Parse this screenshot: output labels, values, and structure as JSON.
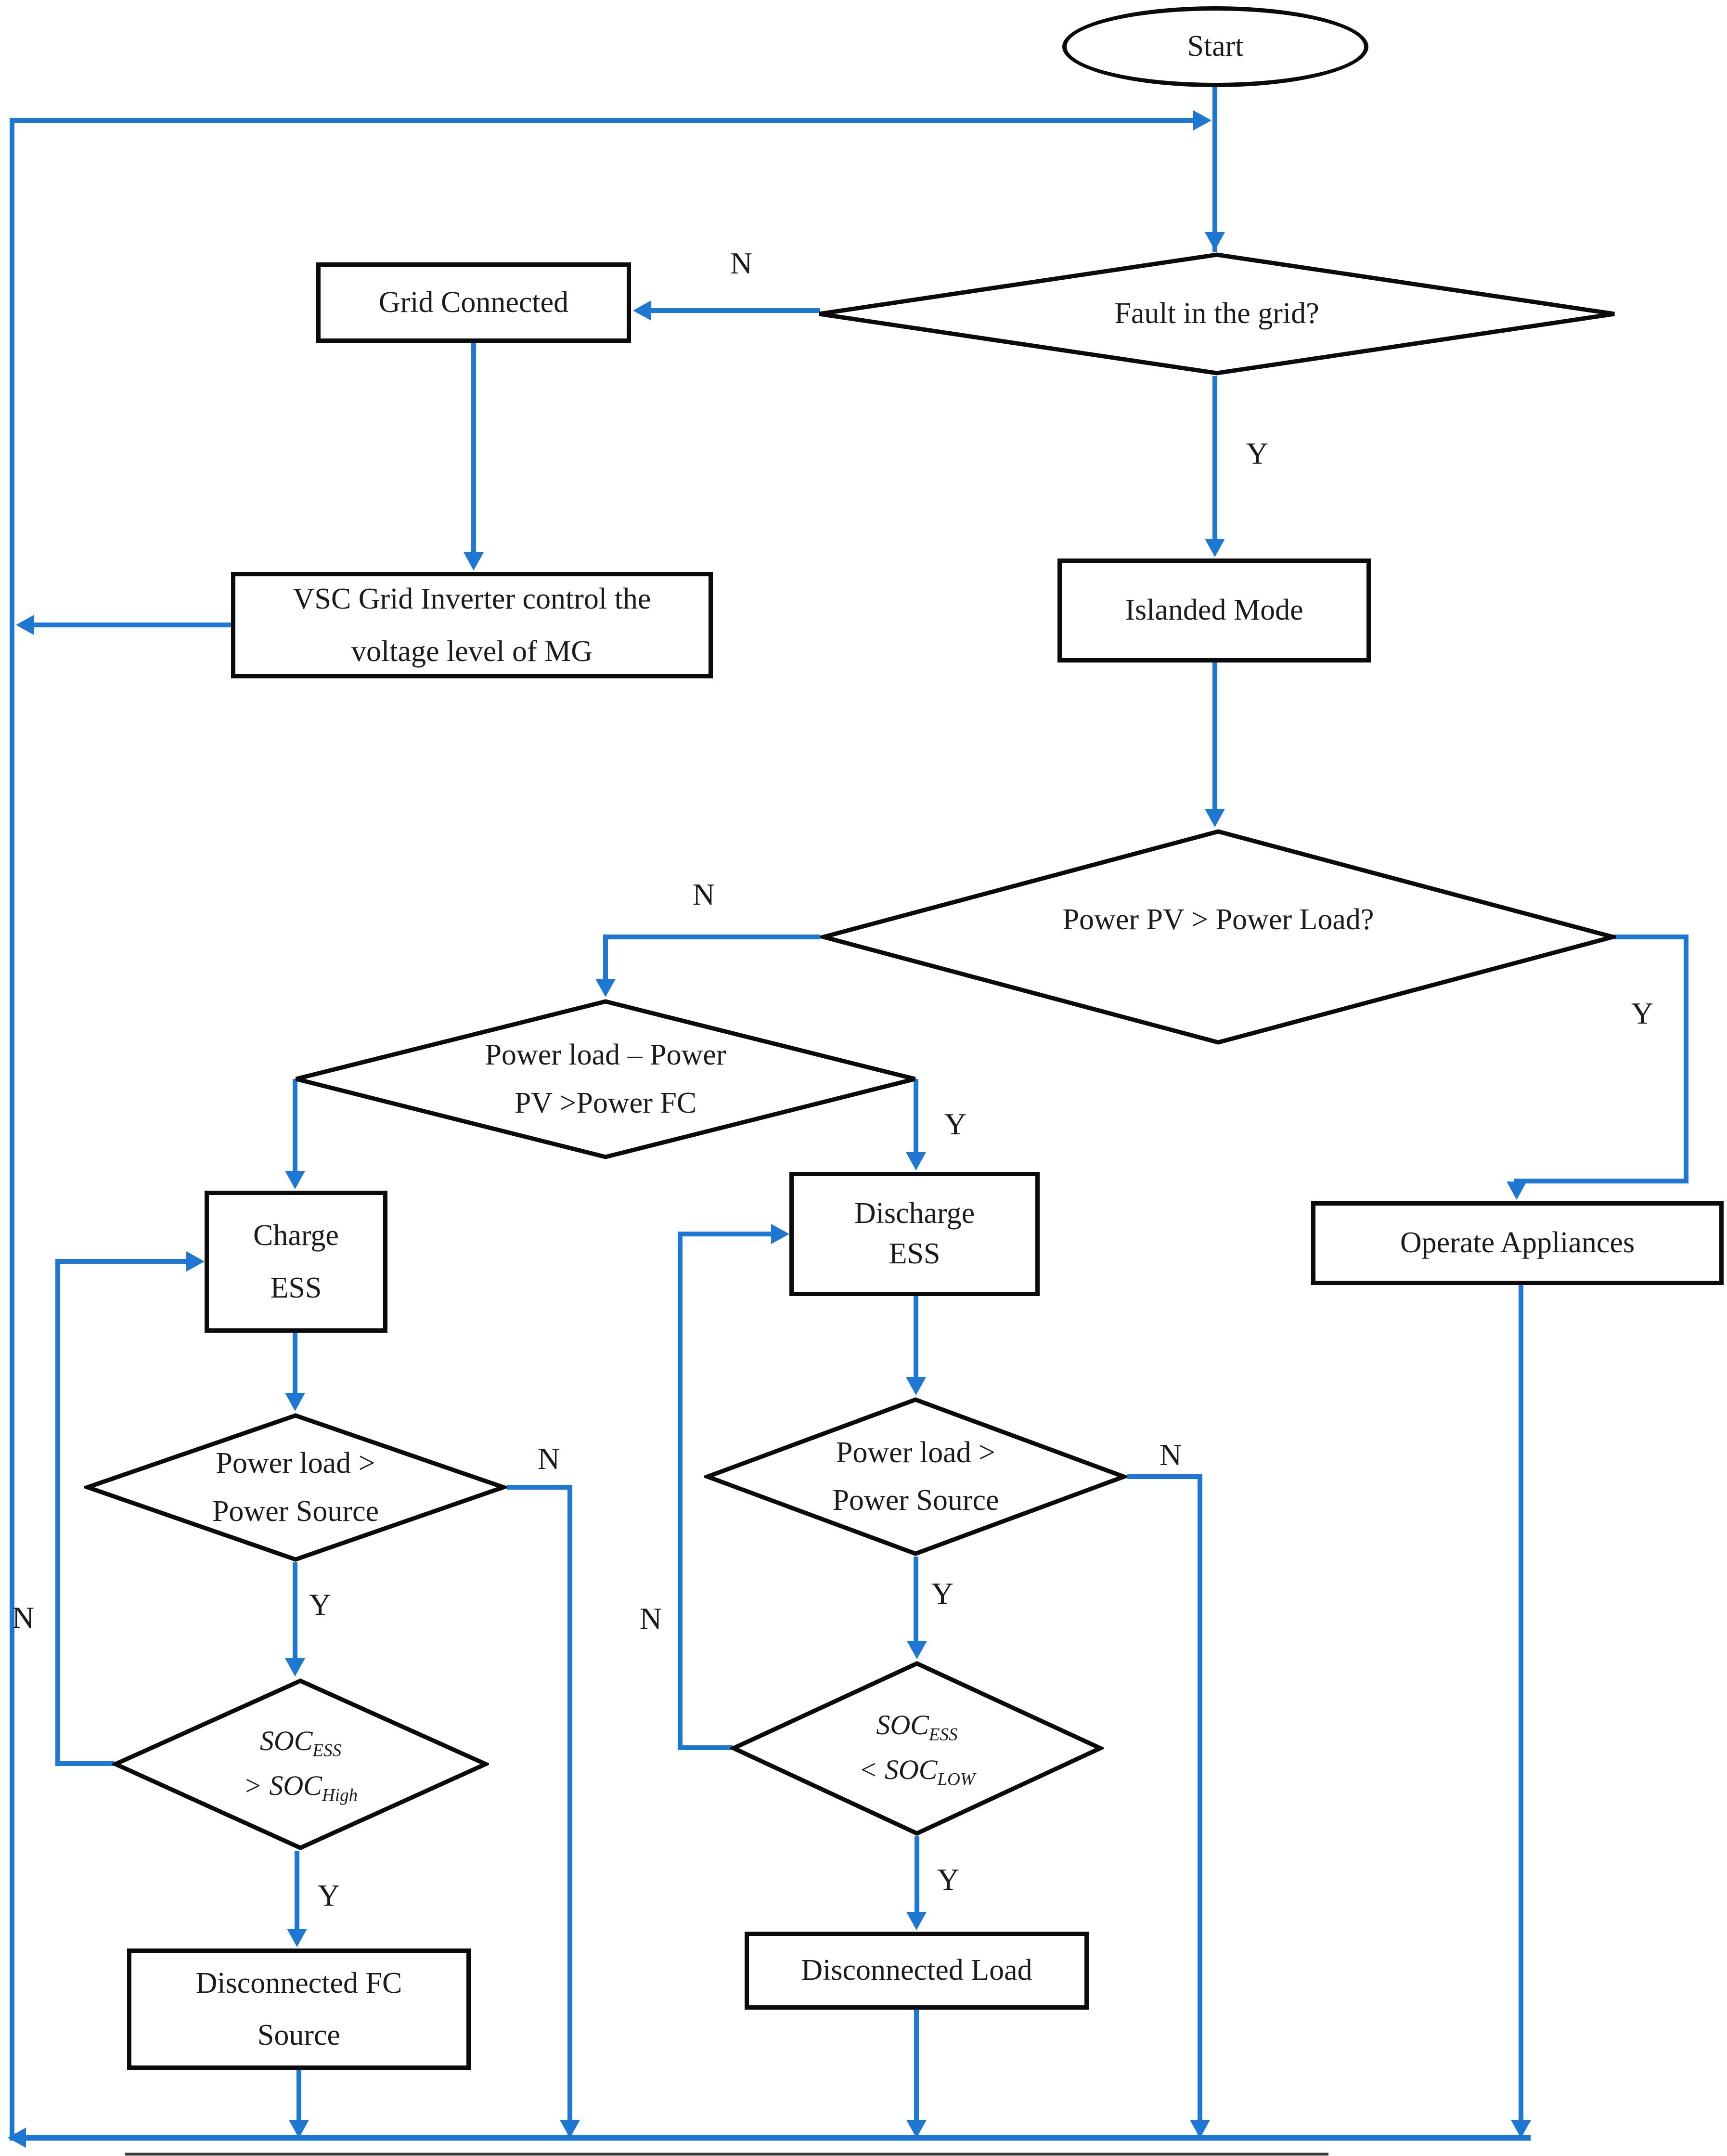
{
  "flowchart": {
    "colors": {
      "line": "#1e78d2",
      "shape_border": "#0b0b0b",
      "text": "#1b1b1b",
      "background": "#ffffff"
    },
    "nodes": {
      "start": {
        "label": "Start"
      },
      "fault": {
        "label": "Fault in the grid?"
      },
      "grid_connected": {
        "label": "Grid Connected"
      },
      "vsc": {
        "label": "VSC Grid Inverter control the\nvoltage level of MG"
      },
      "islanded": {
        "label": "Islanded Mode"
      },
      "pv_vs_load": {
        "label": "Power PV > Power Load?"
      },
      "load_minus_pv": {
        "label": "Power load – Power\nPV >Power FC"
      },
      "charge_ess": {
        "label": "Charge\nESS"
      },
      "discharge_ess": {
        "label": "Discharge\nESS"
      },
      "operate_appliances": {
        "label": "Operate Appliances"
      },
      "pl_gt_ps_left": {
        "label": "Power load >\nPower Source"
      },
      "pl_gt_ps_right": {
        "label": "Power load >\nPower Source"
      },
      "soc_high": {
        "m1": "SOC",
        "s1": "ESS",
        "m2": "> SOC",
        "s2": "High"
      },
      "soc_low": {
        "m1": "SOC",
        "s1": "ESS",
        "m2": "< SOC",
        "s2": "LOW"
      },
      "disconnected_fc": {
        "label": "Disconnected FC\nSource"
      },
      "disconnected_load": {
        "label": "Disconnected Load"
      }
    },
    "edges": {
      "fault": {
        "no": "N",
        "yes": "Y"
      },
      "pv_vs_load": {
        "no": "N",
        "yes": "Y"
      },
      "load_minus_pv": {
        "yes": "Y"
      },
      "pl_gt_ps_left": {
        "no": "N",
        "yes": "Y"
      },
      "soc_high": {
        "no": "N",
        "yes": "Y"
      },
      "pl_gt_ps_right": {
        "no": "N",
        "yes": "Y"
      },
      "soc_low": {
        "no": "N",
        "yes": "Y"
      }
    }
  }
}
